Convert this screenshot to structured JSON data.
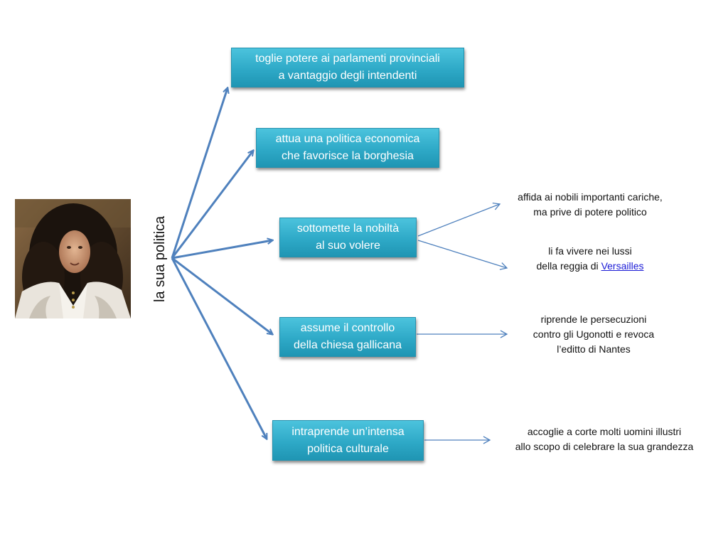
{
  "center_label": "la sua politica",
  "portrait_alt": "portrait",
  "boxes": [
    {
      "line1": "toglie potere ai parlamenti provinciali",
      "line2": "a vantaggio degli intendenti"
    },
    {
      "line1": "attua una politica economica",
      "line2": "che favorisce la borghesia"
    },
    {
      "line1": "sottomette la nobiltà",
      "line2": "al suo volere"
    },
    {
      "line1": "assume il controllo",
      "line2": "della chiesa gallicana"
    },
    {
      "line1": "intraprende un’intensa",
      "line2": "politica culturale"
    }
  ],
  "notes": {
    "nobili_cariche": {
      "line1": "affida ai nobili importanti cariche,",
      "line2": "ma prive di potere politico"
    },
    "lussi": {
      "line1": "li fa vivere nei lussi",
      "line2_prefix": "della reggia di ",
      "link": "Versailles"
    },
    "ugonotti": {
      "line1": "riprende le persecuzioni",
      "line2": "contro gli Ugonotti e revoca",
      "line3": "l’editto di Nantes"
    },
    "cultura": {
      "line1": "accoglie a corte molti uomini illustri",
      "line2": "allo scopo di celebrare la sua grandezza"
    }
  },
  "colors": {
    "box_fill": "#2ea9c7",
    "arrow": "#4f81bd",
    "link": "#1a1ad6"
  }
}
